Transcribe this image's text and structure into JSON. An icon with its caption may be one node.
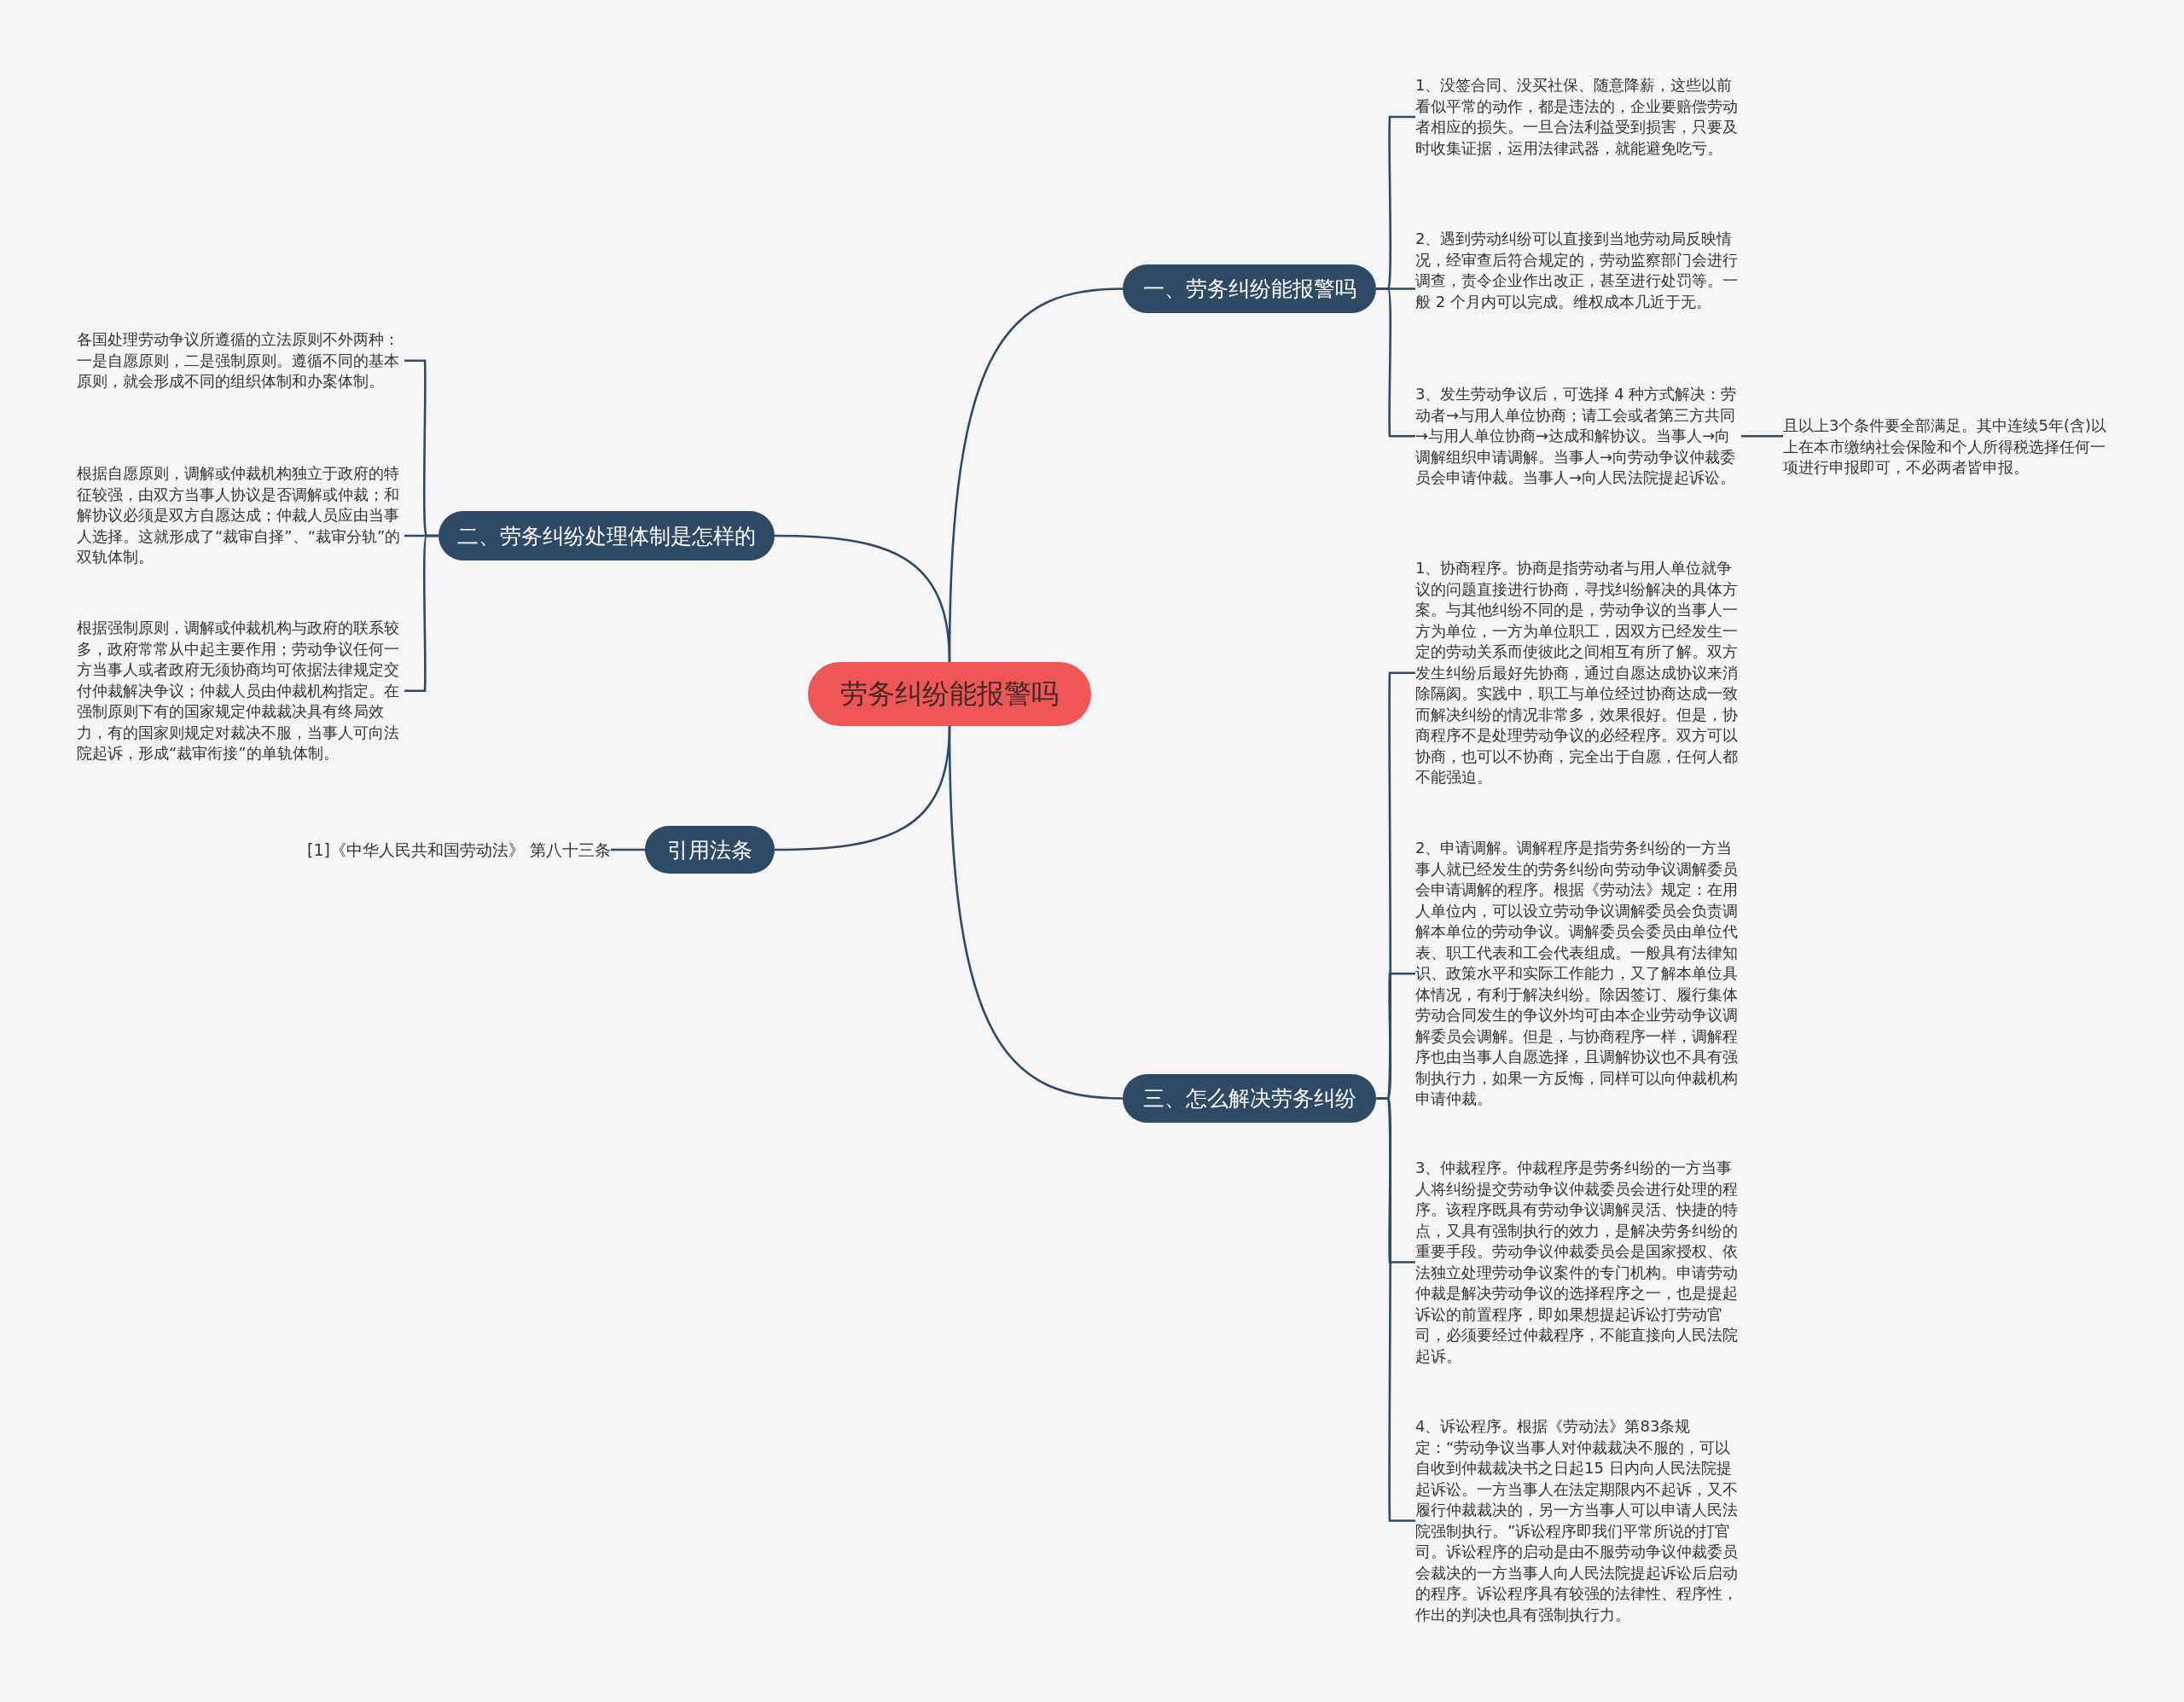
{
  "diagram": {
    "nodes": [
      {
        "text": [
          "劳务纠纷能报警吗"
        ]
      },
      {
        "text": [
          "一、劳务纠纷能报警吗"
        ]
      },
      {
        "text": [
          "二、劳务纠纷处理体制是怎样的"
        ]
      },
      {
        "text": [
          "引用法条"
        ]
      },
      {
        "text": [
          "三、怎么解决劳务纠纷"
        ]
      },
      {
        "text": [
          "1、没签合同、没买社保、随意降薪，这些以前看似平常的动作，都是违法的，企业要赔偿劳动者相应的损失。一旦合法利益受到损害，只要及时收集证据，运用法律武器，就能避免吃亏。"
        ]
      },
      {
        "text": [
          "2、遇到劳动纠纷可以直接到当地劳动局反映情况，经审查后符合规定的，劳动监察部门会进行调查，责令企业作出改正，甚至进行处罚等。一般 2 个月内可以完成。维权成本几近于无。"
        ]
      },
      {
        "text": [
          "3、发生劳动争议后，可选择 4 种方式解决：劳动者→与用人单位协商；请工会或者第三方共同→与用人单位协商→达成和解协议。当事人→向调解组织申请调解。当事人→向劳动争议仲裁委员会申请仲裁。当事人→向人民法院提起诉讼。"
        ]
      },
      {
        "text": [
          "且以上3个条件要全部满足。其中连续5年(含)以上在本市缴纳社会保险和个人所得税选择任何一项进行申报即可，不必两者皆申报。"
        ]
      },
      {
        "text": [
          "各国处理劳动争议所遵循的立法原则不外两种：一是自愿原则，二是强制原则。遵循不同的基本原则，就会形成不同的组织体制和办案体制。"
        ]
      },
      {
        "text": [
          "根据自愿原则，调解或仲裁机构独立于政府的特征较强，由双方当事人协议是否调解或仲裁；和解协议必须是双方自愿达成；仲裁人员应由当事人选择。这就形成了“裁审自择”、“裁审分轨”的双轨体制。"
        ]
      },
      {
        "text": [
          "根据强制原则，调解或仲裁机构与政府的联系较多，政府常常从中起主要作用；劳动争议任何一方当事人或者政府无须协商均可依据法律规定交付仲裁解决争议；仲裁人员由仲裁机构指定。在强制原则下有的国家规定仲裁裁决具有终局效力，有的国家则规定对裁决不服，当事人可向法院起诉，形成“裁审衔接”的单轨体制。"
        ]
      },
      {
        "text": [
          "[1]《中华人民共和国劳动法》 第八十三条"
        ]
      },
      {
        "text": [
          "1、协商程序。协商是指劳动者与用人单位就争议的问题直接进行协商，寻找纠纷解决的具体方案。与其他纠纷不同的是，劳动争议的当事人一方为单位，一方为单位职工，因双方已经发生一定的劳动关系而使彼此之间相互有所了解。双方发生纠纷后最好先协商，通过自愿达成协议来消除隔阂。实践中，职工与单位经过协商达成一致而解决纠纷的情况非常多，效果很好。但是，协商程序不是处理劳动争议的必经程序。双方可以协商，也可以不协商，完全出于自愿，任何人都不能强迫。"
        ]
      },
      {
        "text": [
          "2、申请调解。调解程序是指劳务纠纷的一方当事人就已经发生的劳务纠纷向劳动争议调解委员会申请调解的程序。根据《劳动法》规定：在用人单位内，可以设立劳动争议调解委员会负责调解本单位的劳动争议。调解委员会委员由单位代表、职工代表和工会代表组成。一般具有法律知识、政策水平和实际工作能力，又了解本单位具体情况，有利于解决纠纷。除因签订、履行集体劳动合同发生的争议外均可由本企业劳动争议调解委员会调解。但是，与协商程序一样，调解程序也由当事人自愿选择，且调解协议也不具有强制执行力，如果一方反悔，同样可以向仲裁机构申请仲裁。"
        ]
      },
      {
        "text": [
          "3、仲裁程序。仲裁程序是劳务纠纷的一方当事人将纠纷提交劳动争议仲裁委员会进行处理的程序。该程序既具有劳动争议调解灵活、快捷的特点，又具有强制执行的效力，是解决劳务纠纷的重要手段。劳动争议仲裁委员会是国家授权、依法独立处理劳动争议案件的专门机构。申请劳动仲裁是解决劳动争议的选择程序之一，也是提起诉讼的前置程序，即如果想提起诉讼打劳动官司，必须要经过仲裁程序，不能直接向人民法院起诉。"
        ]
      },
      {
        "text": [
          "4、诉讼程序。根据《劳动法》第83条规定：“劳动争议当事人对仲裁裁决不服的，可以自收到仲裁裁决书之日起15 日内向人民法院提起诉讼。一方当事人在法定期限内不起诉，又不履行仲裁裁决的，另一方当事人可以申请人民法院强制执行。”诉讼程序即我们平常所说的打官司。诉讼程序的启动是由不服劳动争议仲裁委员会裁决的一方当事人向人民法院提起诉讼后启动的程序。诉讼程序具有较强的法律性、程序性，作出的判决也具有强制执行力。"
        ]
      }
    ],
    "edges": [
      {
        "from": 0,
        "to": 1,
        "arrow": "none"
      },
      {
        "from": 0,
        "to": 2,
        "arrow": "none"
      },
      {
        "from": 0,
        "to": 3,
        "arrow": "none"
      },
      {
        "from": 0,
        "to": 4,
        "arrow": "none"
      },
      {
        "from": 1,
        "to": 5,
        "arrow": "none"
      },
      {
        "from": 1,
        "to": 6,
        "arrow": "none"
      },
      {
        "from": 1,
        "to": 7,
        "arrow": "none"
      },
      {
        "from": 7,
        "to": 8,
        "arrow": "none"
      },
      {
        "from": 2,
        "to": 9,
        "arrow": "none"
      },
      {
        "from": 2,
        "to": 10,
        "arrow": "none"
      },
      {
        "from": 2,
        "to": 11,
        "arrow": "none"
      },
      {
        "from": 3,
        "to": 12,
        "arrow": "none"
      },
      {
        "from": 4,
        "to": 13,
        "arrow": "none"
      },
      {
        "from": 4,
        "to": 14,
        "arrow": "none"
      },
      {
        "from": 4,
        "to": 15,
        "arrow": "none"
      },
      {
        "from": 4,
        "to": 16,
        "arrow": "none"
      }
    ]
  }
}
